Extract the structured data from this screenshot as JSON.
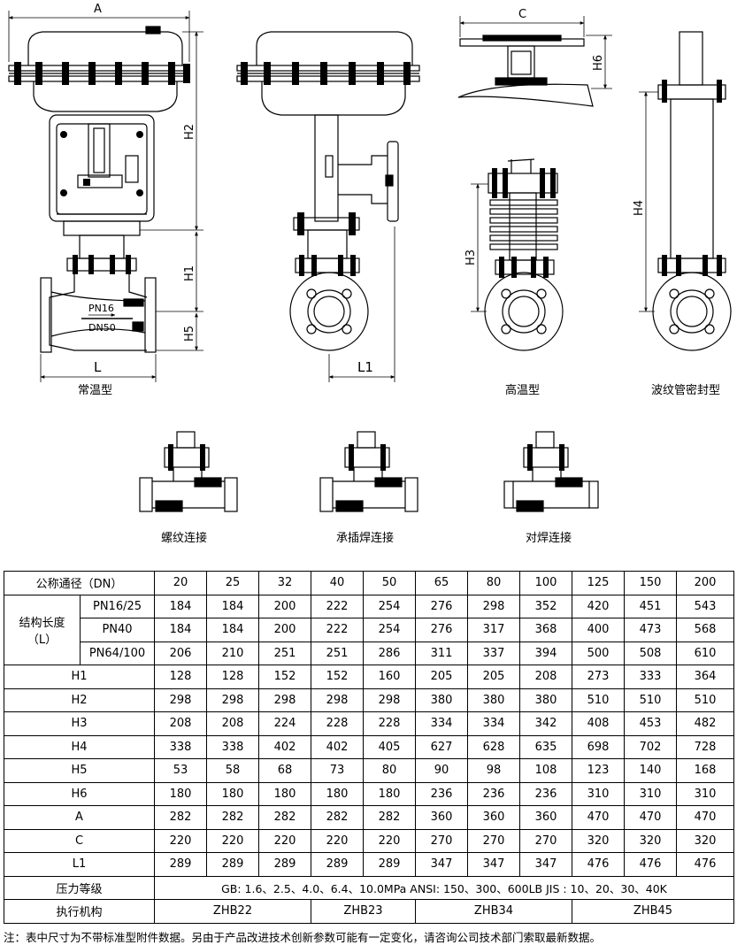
{
  "dimension_labels": {
    "A": "A",
    "C": "C",
    "H1": "H1",
    "H2": "H2",
    "H3": "H3",
    "H4": "H4",
    "H5": "H5",
    "H6": "H6",
    "L": "L",
    "L1": "L1",
    "pn": "PN16",
    "dn": "DN50"
  },
  "captions": {
    "normal": "常温型",
    "high_temp": "高温型",
    "bellows": "波纹管密封型",
    "thread": "螺纹连接",
    "socket_weld": "承插焊连接",
    "butt_weld": "对焊连接"
  },
  "table": {
    "dn_label": "公称通径（DN）",
    "dn_values": [
      "20",
      "25",
      "32",
      "40",
      "50",
      "65",
      "80",
      "100",
      "125",
      "150",
      "200"
    ],
    "length_label_line1": "结构长度",
    "length_label_line2": "（L）",
    "length_rows": [
      {
        "label": "PN16/25",
        "values": [
          "184",
          "184",
          "200",
          "222",
          "254",
          "276",
          "298",
          "352",
          "420",
          "451",
          "543"
        ]
      },
      {
        "label": "PN40",
        "values": [
          "184",
          "184",
          "200",
          "222",
          "254",
          "276",
          "317",
          "368",
          "400",
          "473",
          "568"
        ]
      },
      {
        "label": "PN64/100",
        "values": [
          "206",
          "210",
          "251",
          "251",
          "286",
          "311",
          "337",
          "394",
          "500",
          "508",
          "610"
        ]
      }
    ],
    "rows": [
      {
        "label": "H1",
        "values": [
          "128",
          "128",
          "152",
          "152",
          "160",
          "205",
          "205",
          "208",
          "273",
          "333",
          "364"
        ]
      },
      {
        "label": "H2",
        "values": [
          "298",
          "298",
          "298",
          "298",
          "298",
          "380",
          "380",
          "380",
          "510",
          "510",
          "510"
        ]
      },
      {
        "label": "H3",
        "values": [
          "208",
          "208",
          "224",
          "228",
          "228",
          "334",
          "334",
          "342",
          "408",
          "453",
          "482"
        ]
      },
      {
        "label": "H4",
        "values": [
          "338",
          "338",
          "402",
          "402",
          "405",
          "627",
          "628",
          "635",
          "698",
          "702",
          "728"
        ]
      },
      {
        "label": "H5",
        "values": [
          "53",
          "58",
          "68",
          "73",
          "80",
          "90",
          "98",
          "108",
          "123",
          "140",
          "168"
        ]
      },
      {
        "label": "H6",
        "values": [
          "180",
          "180",
          "180",
          "180",
          "180",
          "236",
          "236",
          "236",
          "310",
          "310",
          "310"
        ]
      },
      {
        "label": "A",
        "values": [
          "282",
          "282",
          "282",
          "282",
          "282",
          "360",
          "360",
          "360",
          "470",
          "470",
          "470"
        ]
      },
      {
        "label": "C",
        "values": [
          "220",
          "220",
          "220",
          "220",
          "220",
          "270",
          "270",
          "270",
          "320",
          "320",
          "320"
        ]
      },
      {
        "label": "L1",
        "values": [
          "289",
          "289",
          "289",
          "289",
          "289",
          "347",
          "347",
          "347",
          "476",
          "476",
          "476"
        ]
      }
    ],
    "pressure_label": "压力等级",
    "pressure_value": "GB: 1.6、2.5、4.0、6.4、10.0MPa    ANSI: 150、300、600LB    JIS : 10、20、30、40K",
    "actuator_label": "执行机构",
    "actuators": [
      "ZHB22",
      "ZHB23",
      "ZHB34",
      "ZHB45"
    ]
  },
  "note": "注：表中尺寸为不带标准型附件数据。另由于产品改进技术创新参数可能有一定变化，请咨询公司技术部门索取最新数据。"
}
